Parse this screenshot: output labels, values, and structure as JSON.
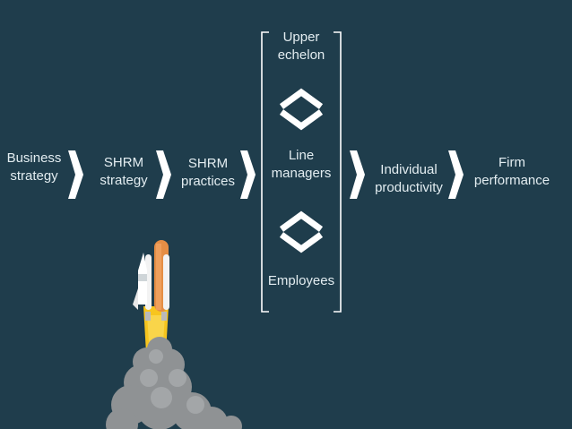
{
  "colors": {
    "background": "#1f3d4c",
    "text": "#e3edf1",
    "chevron": "#ffffff",
    "smoke": "#8f9294",
    "flame": "#f7c51e",
    "booster": "#e58e45"
  },
  "steps": [
    {
      "text": "Business\nstrategy"
    },
    {
      "text": "SHRM\nstrategy"
    },
    {
      "text": "SHRM\npractices"
    },
    {
      "text": "Individual\nproductivity"
    },
    {
      "text": "Firm\nperformance"
    }
  ],
  "hierarchy": {
    "top": "Upper\nechelon",
    "middle": "Line\nmanagers",
    "bottom": "Employees"
  },
  "icons": {
    "chevron": "chevron-right-icon",
    "updown": "up-down-chevrons-icon",
    "rocket": "rocket-launch-illustration"
  }
}
